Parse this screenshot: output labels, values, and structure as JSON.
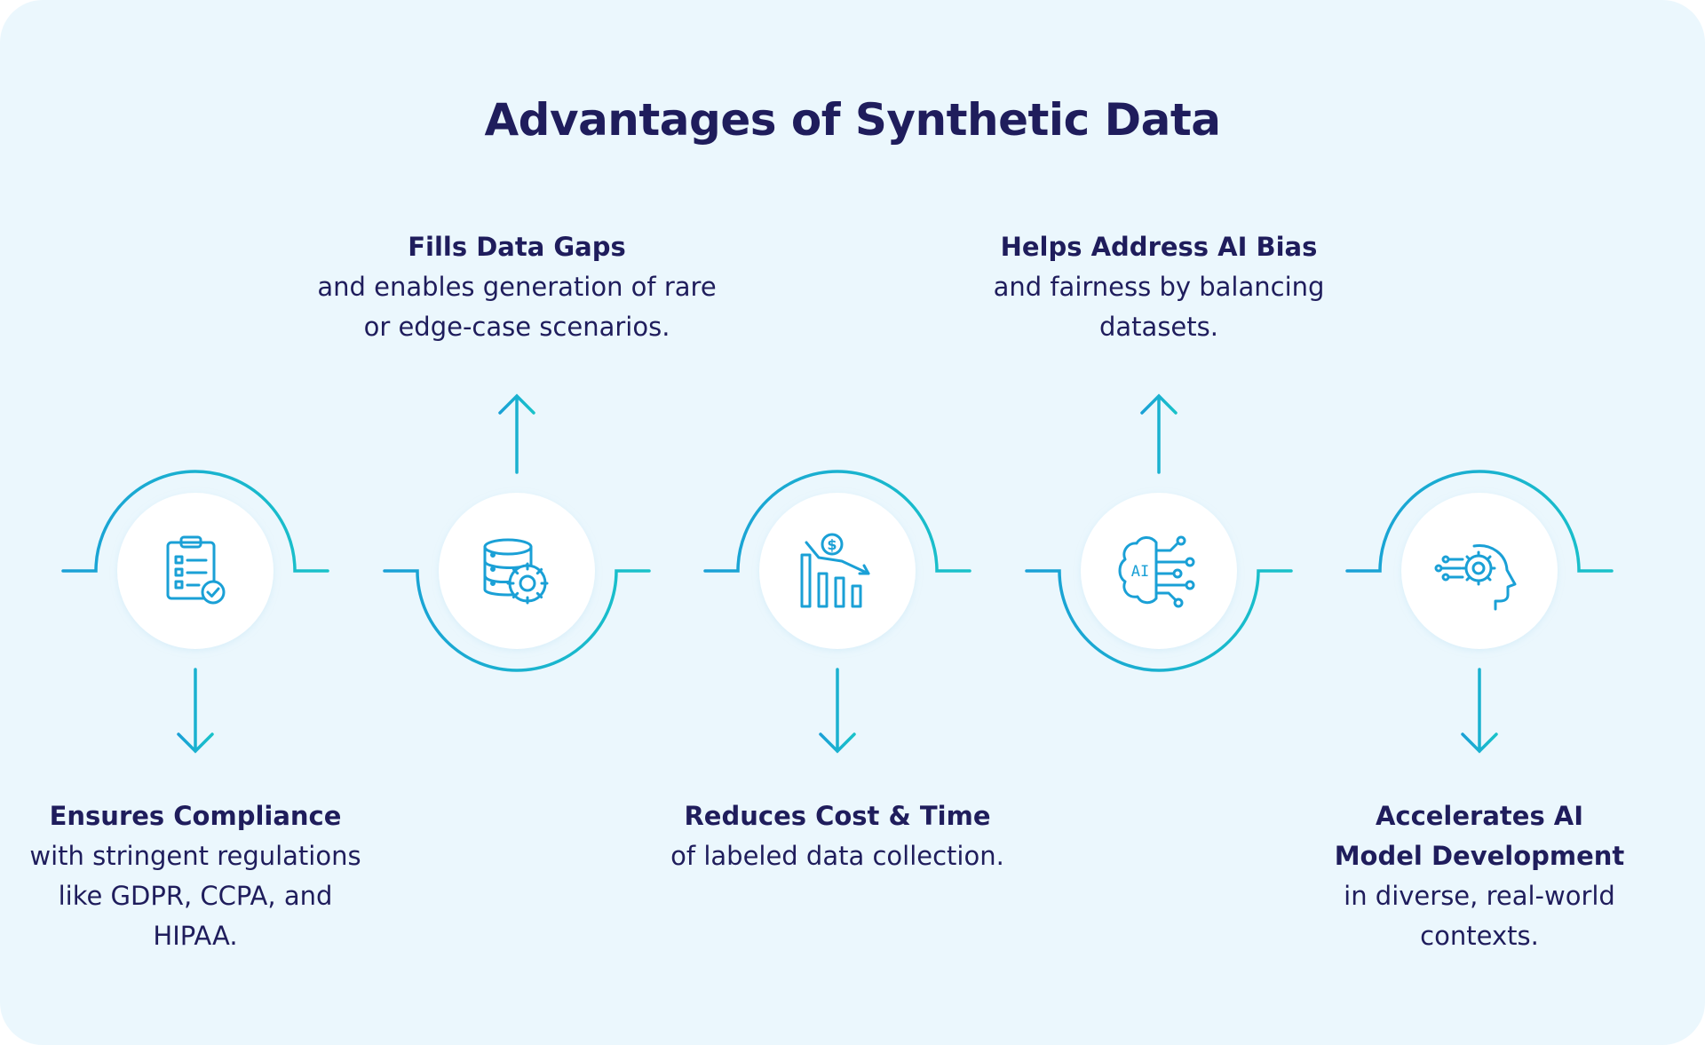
{
  "title": "Advantages of Synthetic Data",
  "steps": [
    {
      "heading": "Ensures Compliance",
      "description": "with stringent regulations like GDPR, CCPA, and HIPAA.",
      "icon": "clipboard-check-icon"
    },
    {
      "heading": "Fills Data Gaps",
      "description": "and enables generation of rare or edge-case scenarios.",
      "icon": "database-gear-icon"
    },
    {
      "heading": "Reduces Cost & Time",
      "description": "of labeled data collection.",
      "icon": "cost-reduction-chart-icon"
    },
    {
      "heading": "Helps Address AI Bias",
      "description": "and fairness by balancing datasets.",
      "icon": "ai-brain-circuit-icon"
    },
    {
      "heading": "Accelerates AI Model Development",
      "description": "in diverse, real-world contexts.",
      "icon": "head-gear-icon"
    }
  ],
  "colors": {
    "background": "#ebf7fd",
    "text": "#1f1d5c",
    "accent_blue": "#1aa0d6",
    "accent_teal": "#19c2c9"
  },
  "ai_icon_label": "AI"
}
